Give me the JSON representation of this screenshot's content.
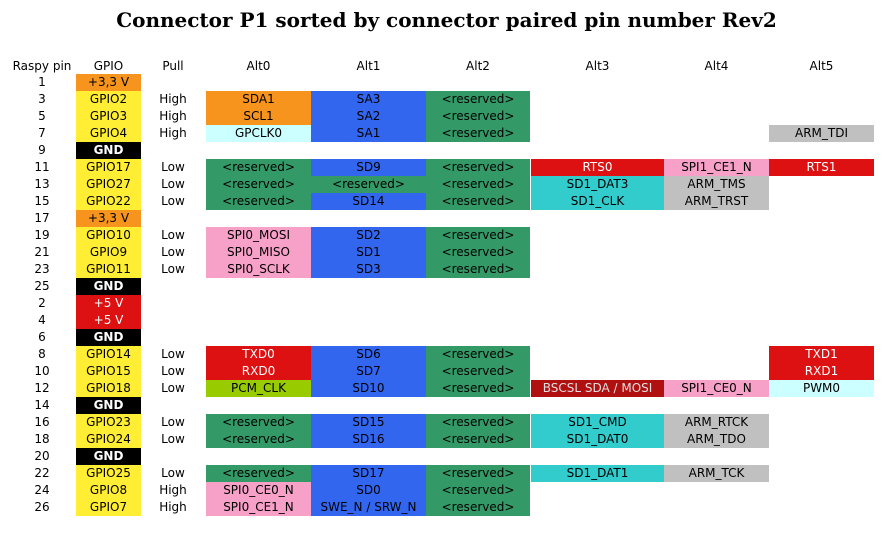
{
  "title": "Connector P1 sorted by connector paired pin number Rev2",
  "headers": {
    "pin": "Raspy pin",
    "gpio": "GPIO",
    "pull": "Pull",
    "alt0": "Alt0",
    "alt1": "Alt1",
    "alt2": "Alt2",
    "alt3": "Alt3",
    "alt4": "Alt4",
    "alt5": "Alt5"
  },
  "colors": {
    "yellow": "#ffee33",
    "orange": "#f7941d",
    "black": "#000000",
    "red": "#dd1111",
    "darkred": "#b01010",
    "green": "#339966",
    "blue": "#3366ee",
    "pink": "#f7a0c8",
    "cyan": "#ccffff",
    "teal": "#33cccc",
    "gray": "#c0c0c0",
    "lime": "#99cc00",
    "lightcyan": "#ccffff"
  },
  "rows": [
    {
      "pin": "1",
      "gpio": {
        "t": "+3,3 V",
        "c": "orange"
      }
    },
    {
      "pin": "3",
      "gpio": {
        "t": "GPIO2",
        "c": "yellow"
      },
      "pull": "High",
      "alt0": {
        "t": "SDA1",
        "c": "orange"
      },
      "alt1": {
        "t": "SA3",
        "c": "blue"
      },
      "alt2": {
        "t": "<reserved>",
        "c": "green"
      }
    },
    {
      "pin": "5",
      "gpio": {
        "t": "GPIO3",
        "c": "yellow"
      },
      "pull": "High",
      "alt0": {
        "t": "SCL1",
        "c": "orange"
      },
      "alt1": {
        "t": "SA2",
        "c": "blue"
      },
      "alt2": {
        "t": "<reserved>",
        "c": "green"
      }
    },
    {
      "pin": "7",
      "gpio": {
        "t": "GPIO4",
        "c": "yellow"
      },
      "pull": "High",
      "alt0": {
        "t": "GPCLK0",
        "c": "cyan"
      },
      "alt1": {
        "t": "SA1",
        "c": "blue"
      },
      "alt2": {
        "t": "<reserved>",
        "c": "green"
      },
      "alt5": {
        "t": "ARM_TDI",
        "c": "gray"
      }
    },
    {
      "pin": "9",
      "gpio": {
        "t": "GND",
        "c": "black"
      }
    },
    {
      "pin": "11",
      "gpio": {
        "t": "GPIO17",
        "c": "yellow"
      },
      "pull": "Low",
      "alt0": {
        "t": "<reserved>",
        "c": "green"
      },
      "alt1": {
        "t": "SD9",
        "c": "blue"
      },
      "alt2": {
        "t": "<reserved>",
        "c": "green"
      },
      "alt3": {
        "t": "RTS0",
        "c": "red"
      },
      "alt4": {
        "t": "SPI1_CE1_N",
        "c": "pink"
      },
      "alt5": {
        "t": "RTS1",
        "c": "red"
      }
    },
    {
      "pin": "13",
      "gpio": {
        "t": "GPIO27",
        "c": "yellow"
      },
      "pull": "Low",
      "alt0": {
        "t": "<reserved>",
        "c": "green"
      },
      "alt1": {
        "t": "<reserved>",
        "c": "green"
      },
      "alt2": {
        "t": "<reserved>",
        "c": "green"
      },
      "alt3": {
        "t": "SD1_DAT3",
        "c": "teal"
      },
      "alt4": {
        "t": "ARM_TMS",
        "c": "gray"
      }
    },
    {
      "pin": "15",
      "gpio": {
        "t": "GPIO22",
        "c": "yellow"
      },
      "pull": "Low",
      "alt0": {
        "t": "<reserved>",
        "c": "green"
      },
      "alt1": {
        "t": "SD14",
        "c": "blue"
      },
      "alt2": {
        "t": "<reserved>",
        "c": "green"
      },
      "alt3": {
        "t": "SD1_CLK",
        "c": "teal"
      },
      "alt4": {
        "t": "ARM_TRST",
        "c": "gray"
      }
    },
    {
      "pin": "17",
      "gpio": {
        "t": "+3,3 V",
        "c": "orange"
      }
    },
    {
      "pin": "19",
      "gpio": {
        "t": "GPIO10",
        "c": "yellow"
      },
      "pull": "Low",
      "alt0": {
        "t": "SPI0_MOSI",
        "c": "pink"
      },
      "alt1": {
        "t": "SD2",
        "c": "blue"
      },
      "alt2": {
        "t": "<reserved>",
        "c": "green"
      }
    },
    {
      "pin": "21",
      "gpio": {
        "t": "GPIO9",
        "c": "yellow"
      },
      "pull": "Low",
      "alt0": {
        "t": "SPI0_MISO",
        "c": "pink"
      },
      "alt1": {
        "t": "SD1",
        "c": "blue"
      },
      "alt2": {
        "t": "<reserved>",
        "c": "green"
      }
    },
    {
      "pin": "23",
      "gpio": {
        "t": "GPIO11",
        "c": "yellow"
      },
      "pull": "Low",
      "alt0": {
        "t": "SPI0_SCLK",
        "c": "pink"
      },
      "alt1": {
        "t": "SD3",
        "c": "blue"
      },
      "alt2": {
        "t": "<reserved>",
        "c": "green"
      }
    },
    {
      "pin": "25",
      "gpio": {
        "t": "GND",
        "c": "black"
      }
    },
    {
      "pin": "2",
      "gpio": {
        "t": "+5 V",
        "c": "red"
      }
    },
    {
      "pin": "4",
      "gpio": {
        "t": "+5 V",
        "c": "red"
      }
    },
    {
      "pin": "6",
      "gpio": {
        "t": "GND",
        "c": "black"
      }
    },
    {
      "pin": "8",
      "gpio": {
        "t": "GPIO14",
        "c": "yellow"
      },
      "pull": "Low",
      "alt0": {
        "t": "TXD0",
        "c": "red"
      },
      "alt1": {
        "t": "SD6",
        "c": "blue"
      },
      "alt2": {
        "t": "<reserved>",
        "c": "green"
      },
      "alt5": {
        "t": "TXD1",
        "c": "red"
      }
    },
    {
      "pin": "10",
      "gpio": {
        "t": "GPIO15",
        "c": "yellow"
      },
      "pull": "Low",
      "alt0": {
        "t": "RXD0",
        "c": "red"
      },
      "alt1": {
        "t": "SD7",
        "c": "blue"
      },
      "alt2": {
        "t": "<reserved>",
        "c": "green"
      },
      "alt5": {
        "t": "RXD1",
        "c": "red"
      }
    },
    {
      "pin": "12",
      "gpio": {
        "t": "GPIO18",
        "c": "yellow"
      },
      "pull": "Low",
      "alt0": {
        "t": "PCM_CLK",
        "c": "lime"
      },
      "alt1": {
        "t": "SD10",
        "c": "blue"
      },
      "alt2": {
        "t": "<reserved>",
        "c": "green"
      },
      "alt3": {
        "t": "BSCSL SDA / MOSI",
        "c": "darkred"
      },
      "alt4": {
        "t": "SPI1_CE0_N",
        "c": "pink"
      },
      "alt5": {
        "t": "PWM0",
        "c": "lightcyan"
      }
    },
    {
      "pin": "14",
      "gpio": {
        "t": "GND",
        "c": "black"
      }
    },
    {
      "pin": "16",
      "gpio": {
        "t": "GPIO23",
        "c": "yellow"
      },
      "pull": "Low",
      "alt0": {
        "t": "<reserved>",
        "c": "green"
      },
      "alt1": {
        "t": "SD15",
        "c": "blue"
      },
      "alt2": {
        "t": "<reserved>",
        "c": "green"
      },
      "alt3": {
        "t": "SD1_CMD",
        "c": "teal"
      },
      "alt4": {
        "t": "ARM_RTCK",
        "c": "gray"
      }
    },
    {
      "pin": "18",
      "gpio": {
        "t": "GPIO24",
        "c": "yellow"
      },
      "pull": "Low",
      "alt0": {
        "t": "<reserved>",
        "c": "green"
      },
      "alt1": {
        "t": "SD16",
        "c": "blue"
      },
      "alt2": {
        "t": "<reserved>",
        "c": "green"
      },
      "alt3": {
        "t": "SD1_DAT0",
        "c": "teal"
      },
      "alt4": {
        "t": "ARM_TDO",
        "c": "gray"
      }
    },
    {
      "pin": "20",
      "gpio": {
        "t": "GND",
        "c": "black"
      }
    },
    {
      "pin": "22",
      "gpio": {
        "t": "GPIO25",
        "c": "yellow"
      },
      "pull": "Low",
      "alt0": {
        "t": "<reserved>",
        "c": "green"
      },
      "alt1": {
        "t": "SD17",
        "c": "blue"
      },
      "alt2": {
        "t": "<reserved>",
        "c": "green"
      },
      "alt3": {
        "t": "SD1_DAT1",
        "c": "teal"
      },
      "alt4": {
        "t": "ARM_TCK",
        "c": "gray"
      }
    },
    {
      "pin": "24",
      "gpio": {
        "t": "GPIO8",
        "c": "yellow"
      },
      "pull": "High",
      "alt0": {
        "t": "SPI0_CE0_N",
        "c": "pink"
      },
      "alt1": {
        "t": "SD0",
        "c": "blue"
      },
      "alt2": {
        "t": "<reserved>",
        "c": "green"
      }
    },
    {
      "pin": "26",
      "gpio": {
        "t": "GPIO7",
        "c": "yellow"
      },
      "pull": "High",
      "alt0": {
        "t": "SPI0_CE1_N",
        "c": "pink"
      },
      "alt1": {
        "t": "SWE_N / SRW_N",
        "c": "blue"
      },
      "alt2": {
        "t": "<reserved>",
        "c": "green"
      }
    }
  ]
}
